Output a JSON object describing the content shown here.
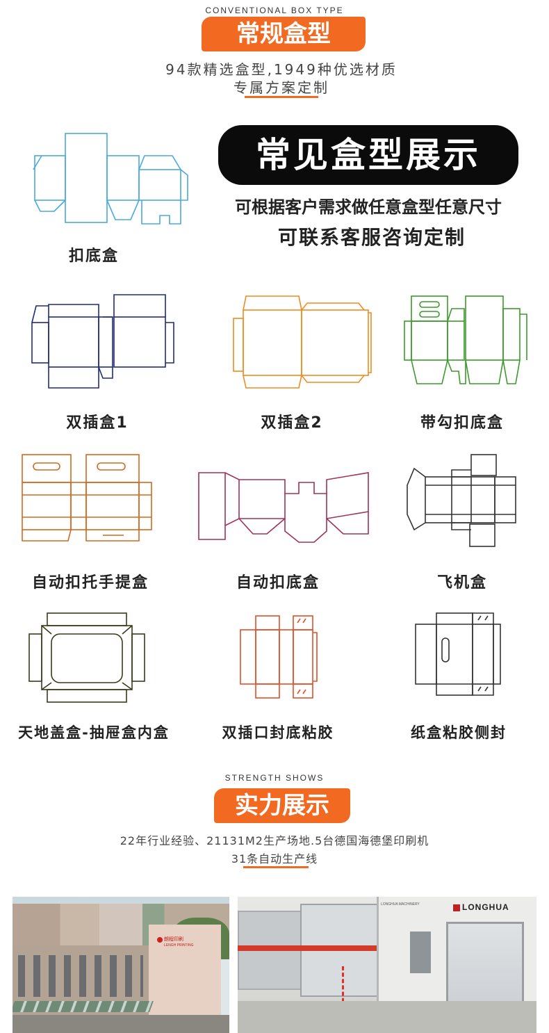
{
  "header1": {
    "en_title": "CONVENTIONAL BOX TYPE",
    "title": "常规盒型",
    "line1": "94款精选盒型,1949种优选材质",
    "line2": "专属方案定制"
  },
  "showcase": {
    "title": "常见盒型展示",
    "line1": "可根据客户需求做任意盒型任意尺寸",
    "line2": "可联系客服咨询定制"
  },
  "boxes": [
    {
      "label": "扣底盒",
      "color": "#4aa8e0"
    },
    {
      "label": "双插盒1",
      "color": "#1f2a7a"
    },
    {
      "label": "双插盒2",
      "color": "#f08a20"
    },
    {
      "label": "带勾扣底盒",
      "color": "#3a9a2a"
    },
    {
      "label": "自动扣托手提盒",
      "color": "#d2691e"
    },
    {
      "label": "自动扣底盒",
      "color": "#a0305a"
    },
    {
      "label": "飞机盒",
      "color": "#333333"
    },
    {
      "label": "天地盖盒-抽屉盒内盒",
      "color": "#3a3a1a"
    },
    {
      "label": "双插口封底粘胶",
      "color": "#e0502a"
    },
    {
      "label": "纸盒粘胶侧封",
      "color": "#333333"
    }
  ],
  "header2": {
    "en_title": "STRENGTH SHOWS",
    "title": "实力展示",
    "line1": "22年行业经验、21131M2生产场地.5台德国海德堡印刷机",
    "line2": "31条自动生产线"
  },
  "photos": {
    "factory_sign": "朗程印刷",
    "factory_sign_en": "LENGH PRINTING",
    "machine_brand": "LONGHUA",
    "machine_sub": "LONGHUA MACHINERY"
  },
  "colors": {
    "accent": "#f26a21",
    "black": "#0b0b0b"
  }
}
